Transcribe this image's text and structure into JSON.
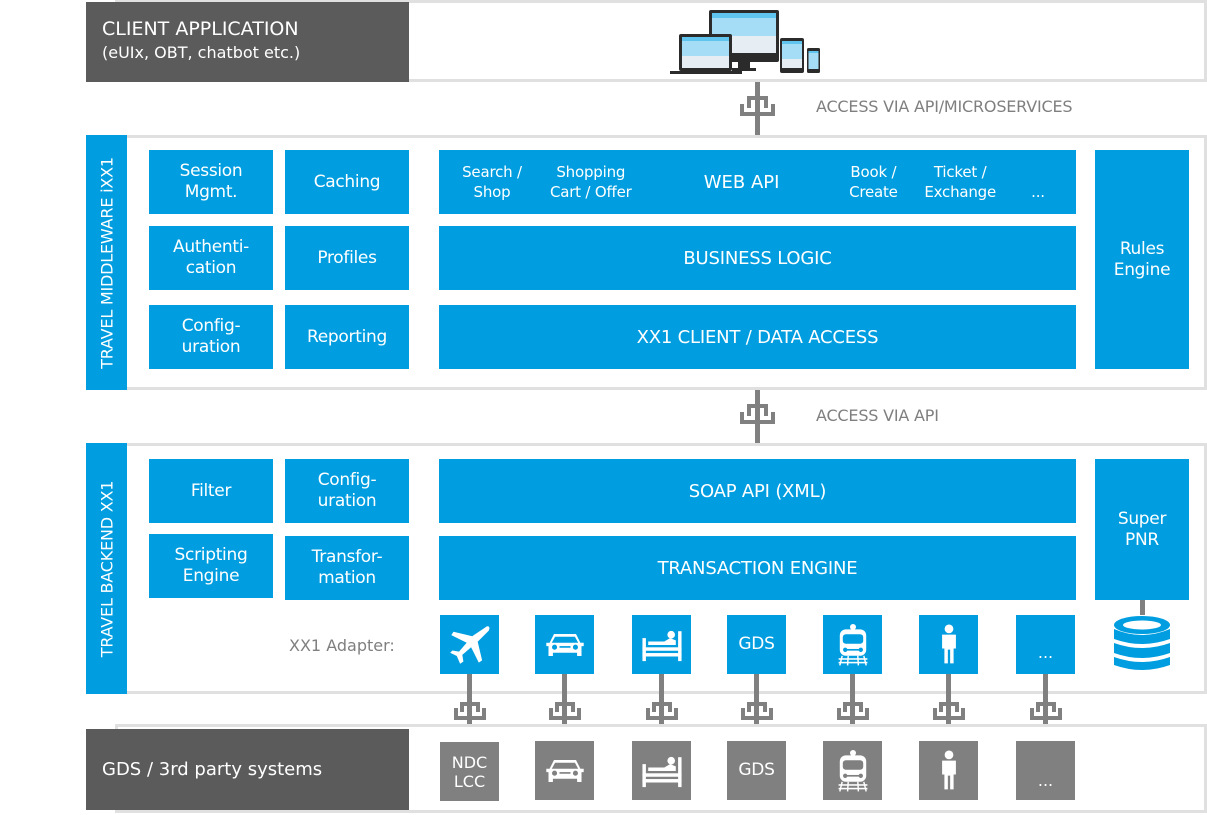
{
  "client": {
    "title": "CLIENT APPLICATION",
    "subtitle": "(eUIx, OBT, chatbot etc.)",
    "devices_icon": "devices-icon"
  },
  "connectors": {
    "top_label": "ACCESS VIA API/MICROSERVICES",
    "middle_label": "ACCESS VIA API"
  },
  "middleware": {
    "side_label": "TRAVEL MIDDLEWARE iXX1",
    "modules": [
      {
        "line1": "Session",
        "line2": "Mgmt."
      },
      {
        "line1": "Caching",
        "line2": ""
      },
      {
        "line1": "Authenti-",
        "line2": "cation"
      },
      {
        "line1": "Profiles",
        "line2": ""
      },
      {
        "line1": "Config-",
        "line2": "uration"
      },
      {
        "line1": "Reporting",
        "line2": ""
      }
    ],
    "web_api": {
      "title": "WEB API",
      "items": [
        {
          "line1": "Search /",
          "line2": "Shop"
        },
        {
          "line1": "Shopping",
          "line2": "Cart / Offer"
        },
        {
          "line1": "Book /",
          "line2": "Create"
        },
        {
          "line1": "Ticket /",
          "line2": "Exchange"
        },
        {
          "line1": "",
          "line2": "..."
        }
      ]
    },
    "business_logic": "BUSINESS LOGIC",
    "data_access": "XX1 CLIENT / DATA ACCESS",
    "rules_engine": {
      "line1": "Rules",
      "line2": "Engine"
    }
  },
  "backend": {
    "side_label": "TRAVEL BACKEND XX1",
    "modules": [
      {
        "line1": "Filter",
        "line2": ""
      },
      {
        "line1": "Config-",
        "line2": "uration"
      },
      {
        "line1": "Scripting",
        "line2": "Engine"
      },
      {
        "line1": "Transfor-",
        "line2": "mation"
      }
    ],
    "soap_api": "SOAP API (XML)",
    "transaction_engine": "TRANSACTION ENGINE",
    "super_pnr": {
      "line1": "Super",
      "line2": "PNR"
    },
    "adapter_label": "XX1 Adapter:",
    "adapters": [
      {
        "icon": "airplane-icon",
        "text": ""
      },
      {
        "icon": "car-icon",
        "text": ""
      },
      {
        "icon": "hotel-bed-icon",
        "text": ""
      },
      {
        "icon": "",
        "text": "GDS"
      },
      {
        "icon": "train-icon",
        "text": ""
      },
      {
        "icon": "person-icon",
        "text": ""
      },
      {
        "icon": "",
        "text": "..."
      }
    ],
    "database_icon": "database-icon"
  },
  "third_party": {
    "title": "GDS / 3rd party systems",
    "systems": [
      {
        "icon": "",
        "line1": "NDC",
        "line2": "LCC"
      },
      {
        "icon": "car-icon",
        "line1": "",
        "line2": ""
      },
      {
        "icon": "hotel-bed-icon",
        "line1": "",
        "line2": ""
      },
      {
        "icon": "",
        "line1": "GDS",
        "line2": ""
      },
      {
        "icon": "train-icon",
        "line1": "",
        "line2": ""
      },
      {
        "icon": "person-icon",
        "line1": "",
        "line2": ""
      },
      {
        "icon": "",
        "line1": "...",
        "line2": ""
      }
    ]
  },
  "colors": {
    "blue": "#009ee0",
    "dark": "#5b5b5b",
    "gray": "#808080",
    "border": "#e0e0e0",
    "muted_text": "#7f7f7f"
  }
}
